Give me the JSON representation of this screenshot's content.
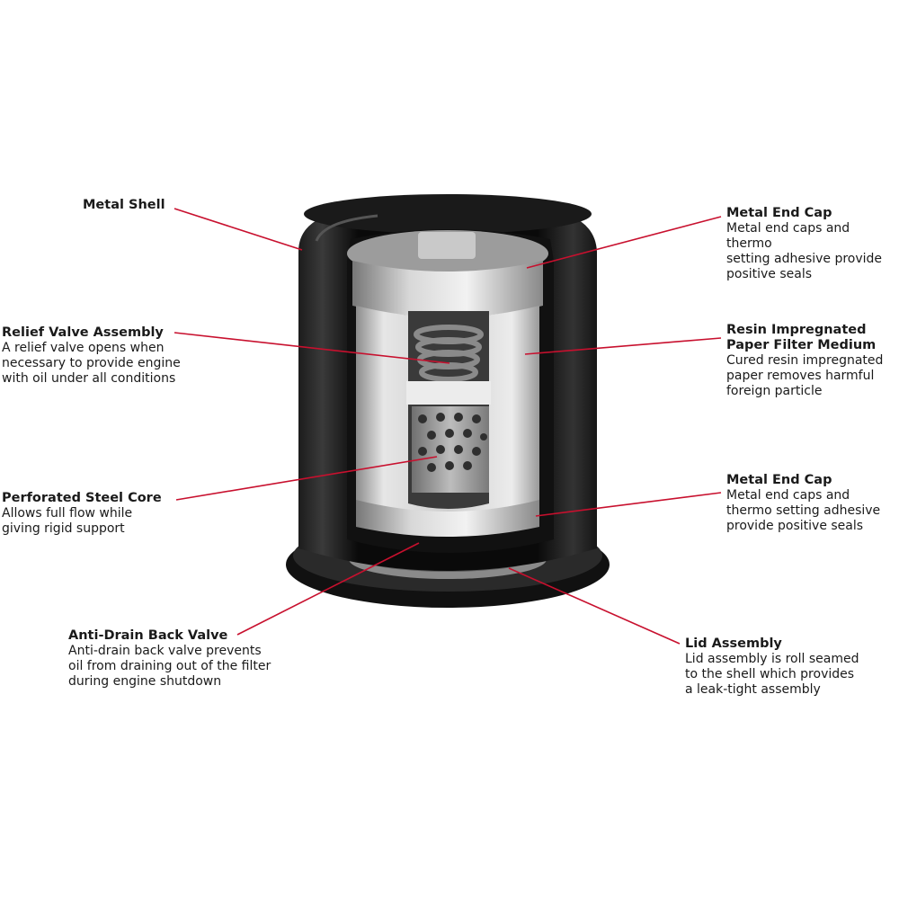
{
  "colors": {
    "leader_line": "#c8102e",
    "shell": "#0d0d0d",
    "media": "#d9d9d9",
    "steel": "#a7a7a7"
  },
  "callouts": {
    "metal_shell": {
      "title": "Metal Shell",
      "desc": ""
    },
    "relief_valve": {
      "title": "Relief Valve Assembly",
      "desc": "A relief valve opens when\nnecessary to provide engine\nwith oil under all conditions"
    },
    "perforated_core": {
      "title": "Perforated Steel Core",
      "desc": "Allows full flow while\ngiving rigid support"
    },
    "anti_drain": {
      "title": "Anti-Drain Back Valve",
      "desc": "Anti-drain back valve prevents\noil from draining out of the filter\nduring engine shutdown"
    },
    "end_cap_top": {
      "title": "Metal End Cap",
      "desc": "Metal end caps and thermo\nsetting adhesive provide\npositive seals"
    },
    "resin_medium": {
      "title": "Resin Impregnated\nPaper Filter Medium",
      "desc": "Cured resin impregnated\npaper removes harmful\nforeign particle"
    },
    "end_cap_bottom": {
      "title": "Metal End Cap",
      "desc": "Metal end caps and\nthermo setting adhesive\nprovide positive seals"
    },
    "lid_assembly": {
      "title": "Lid Assembly",
      "desc": "Lid assembly is roll seamed\nto the shell which provides\na leak-tight assembly"
    }
  }
}
